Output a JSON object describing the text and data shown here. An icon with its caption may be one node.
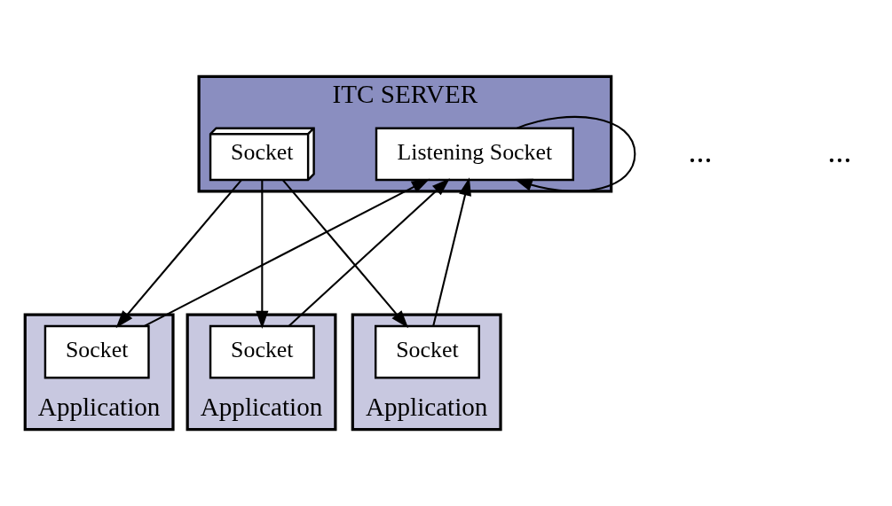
{
  "diagram": {
    "nodes": [
      {
        "text": [
          "ITC SERVER"
        ]
      },
      {
        "text": [
          "Listening Socket"
        ],
        "in": 0
      },
      {
        "text": [
          "Socket"
        ],
        "in": 0
      },
      {
        "text": [
          "Application"
        ]
      },
      {
        "text": [
          "Socket"
        ],
        "in": 3
      },
      {
        "text": [
          "Application"
        ]
      },
      {
        "text": [
          "Socket"
        ],
        "in": 5
      },
      {
        "text": [
          "Application"
        ]
      },
      {
        "text": [
          "Socket"
        ],
        "in": 7
      }
    ],
    "edges": [
      {
        "from": 1,
        "to": 1,
        "arrow": "to"
      },
      {
        "from": 4,
        "to": 1,
        "arrow": "to"
      },
      {
        "from": 6,
        "to": 1,
        "arrow": "to"
      },
      {
        "from": 8,
        "to": 1,
        "arrow": "to"
      },
      {
        "from": 2,
        "to": 4,
        "arrow": "to"
      },
      {
        "from": 2,
        "to": 6,
        "arrow": "to"
      },
      {
        "from": 2,
        "to": 8,
        "arrow": "to"
      }
    ],
    "labels": [
      "...",
      "..."
    ]
  }
}
